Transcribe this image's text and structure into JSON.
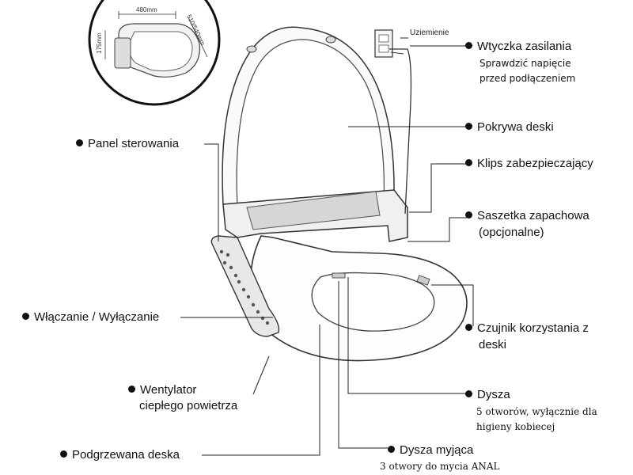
{
  "inset": {
    "width_label": "480mm",
    "height_label": "175mm",
    "depth_label": "510/540mm"
  },
  "labels": {
    "grounding": "Uziemienie",
    "plug_title": "Wtyczka zasilania",
    "plug_note_line1": "Sprawdzić napięcie",
    "plug_note_line2": "przed podłączeniem",
    "lid": "Pokrywa deski",
    "clip": "Klips zabezpieczający",
    "sachet_line1": "Saszetka zapachowa",
    "sachet_line2": "(opcjonalne)",
    "sensor_line1": "Czujnik korzystania z",
    "sensor_line2": "deski",
    "nozzle": "Dysza",
    "nozzle_note_line1": "5 otworów, wyłącznie dla",
    "nozzle_note_line2": "higieny kobiecej",
    "wash_nozzle": "Dysza myjąca",
    "wash_nozzle_note": "3 otwory do mycia ANAL",
    "control_panel": "Panel sterowania",
    "power_switch": "Włączanie / Wyłączanie",
    "fan_line1": "Wentylator",
    "fan_line2": "ciepłego powietrza",
    "heated_seat": "Podgrzewana deska"
  }
}
